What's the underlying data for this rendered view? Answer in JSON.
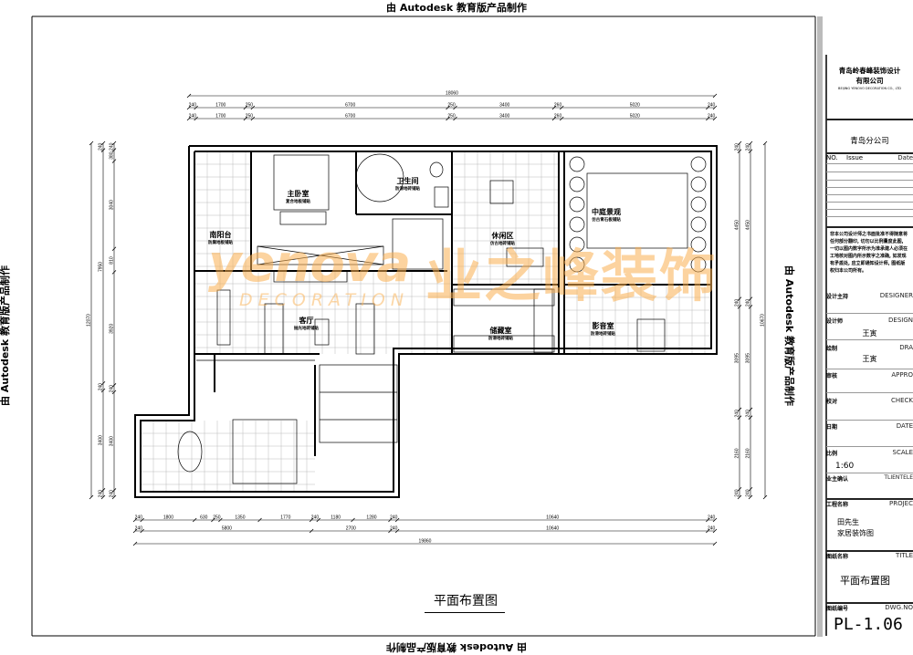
{
  "watermarks": {
    "autodesk": "由 Autodesk 教育版产品制作"
  },
  "brand": {
    "latin": "yenova",
    "sub": "DECORATION",
    "chinese": "业之峰装饰",
    "color": "#FAAF50"
  },
  "rooms": [
    {
      "name": "南阳台",
      "sub": "防腐地板铺贴"
    },
    {
      "name": "主卧室",
      "sub": "复合地板铺贴"
    },
    {
      "name": "卫生间",
      "sub": "防滑地砖铺贴"
    },
    {
      "name": "休闲区",
      "sub": "仿古地砖铺贴"
    },
    {
      "name": "中庭景观",
      "sub": "仿古青石板铺贴"
    },
    {
      "name": "客厅",
      "sub": "抛光地砖铺贴"
    },
    {
      "name": "储藏室",
      "sub": "防滑地砖铺贴"
    },
    {
      "name": "影音室",
      "sub": "防滑地砖铺贴"
    }
  ],
  "dimensions": {
    "top_total": [
      "18060"
    ],
    "top_row": [
      240,
      1700,
      250,
      6700,
      250,
      3400,
      260,
      5020,
      240
    ],
    "bottom_row1": [
      240,
      1800,
      630,
      250,
      1350,
      1770,
      240,
      1180,
      1280,
      240,
      10640,
      240
    ],
    "bottom_row2": [
      240,
      5800,
      2700,
      240,
      10640,
      240
    ],
    "bottom_total": [
      "19860"
    ],
    "left_total": [
      "12070"
    ],
    "left_row1": [
      240,
      7950,
      240,
      3400,
      240
    ],
    "left_row2": [
      240,
      380,
      3040,
      810,
      3920,
      240,
      3400,
      240
    ],
    "right_row": [
      240,
      4450,
      240,
      3095,
      240,
      2160,
      240
    ],
    "right_total": [
      "10670"
    ]
  },
  "drawing_title": "平面布置图",
  "title_block": {
    "company_line1": "青岛岭春峰装饰设计",
    "company_line2": "有限公司",
    "company_en": "BEIJING YENOVO DECORATION CO., LTD",
    "branch": "青岛分公司",
    "rev_no": "NO.",
    "rev_issue": "Issue",
    "rev_date": "Date",
    "notice": "非本公司设计师之书面批准不得随意将任何部分翻印, 切勿以比例量度此图, 一切以图内数字所示为准承建人必须在工地核对图内所示数字之准确, 如发现有矛盾处, 应立即通知设计师, 图纸版权归本公司所有。",
    "designer_lead_cn": "设计主持",
    "designer_lead_en": "DESIGNER",
    "designer_cn": "设计师",
    "designer_en": "DESIGN",
    "designer_name": "王寅",
    "drawn_cn": "绘制",
    "drawn_en": "DRA",
    "drawn_name": "王寅",
    "approved_cn": "审核",
    "approved_en": "APPRO",
    "checked_cn": "校对",
    "checked_en": "CHECK",
    "date_cn": "日期",
    "date_en": "DATE",
    "scale_cn": "比例",
    "scale_en": "SCALE",
    "scale_value": "1:60",
    "client_cn": "业主确认",
    "client_en": "TLIENTELE",
    "project_cn": "工程名称",
    "project_en": "PROJEC",
    "project_line1": "田先生",
    "project_line2": "家居装饰图",
    "title_cn": "图纸名称",
    "title_en": "TITLE",
    "title_value": "平面布置图",
    "dwg_cn": "图纸编号",
    "dwg_en": "DWG.NO",
    "dwg_value": "PL-1.06"
  }
}
